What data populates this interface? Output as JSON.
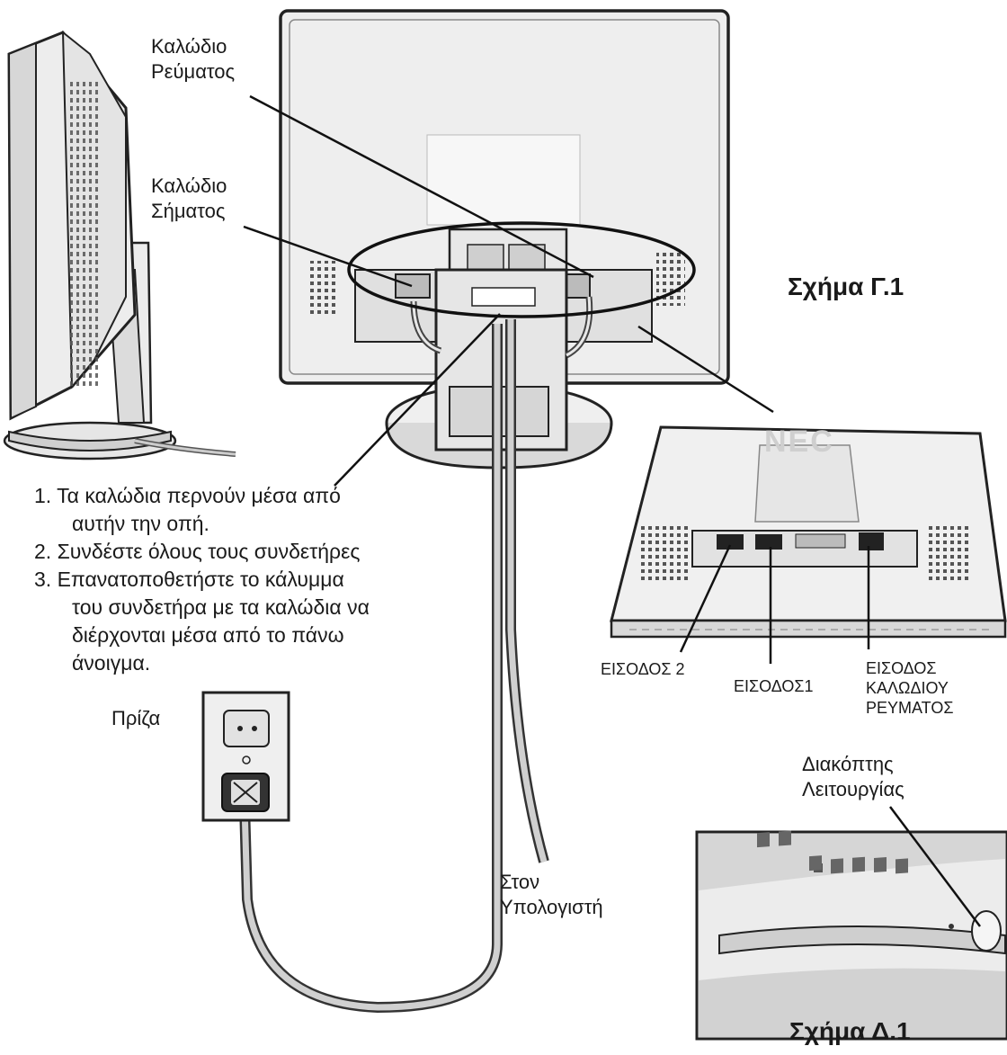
{
  "labels": {
    "power_cable": [
      "Καλώδιο",
      "Ρεύματος"
    ],
    "signal_cable": [
      "Καλώδιο",
      "Σήματος"
    ],
    "outlet": "Πρίζα",
    "to_computer": [
      "Στον",
      "Υπολογιστή"
    ],
    "input2": "ΕΙΣΟΔΟΣ 2",
    "input1": "ΕΙΣΟΔΟΣ1",
    "power_input": [
      "ΕΙΣΟΔΟΣ",
      "ΚΑΛΩΔΙΟΥ",
      "ΡΕΥΜΑΤΟΣ"
    ],
    "power_switch": [
      "Διακόπτης",
      "Λειτουργίας"
    ],
    "brand": "NEC"
  },
  "figures": {
    "fig_c1": "Σχήμα Γ.1",
    "fig_d1": "Σχήμα Δ.1"
  },
  "steps": [
    "1. Τα καλώδια περνούν μέσα από",
    "αυτήν την οπή.",
    "2. Συνδέστε όλους τους συνδετήρες",
    "3. Επανατοποθετήστε το κάλυμμα",
    "του συνδετήρα με τα καλώδια να",
    "διέρχονται μέσα από το πάνω",
    "άνοιγμα."
  ]
}
